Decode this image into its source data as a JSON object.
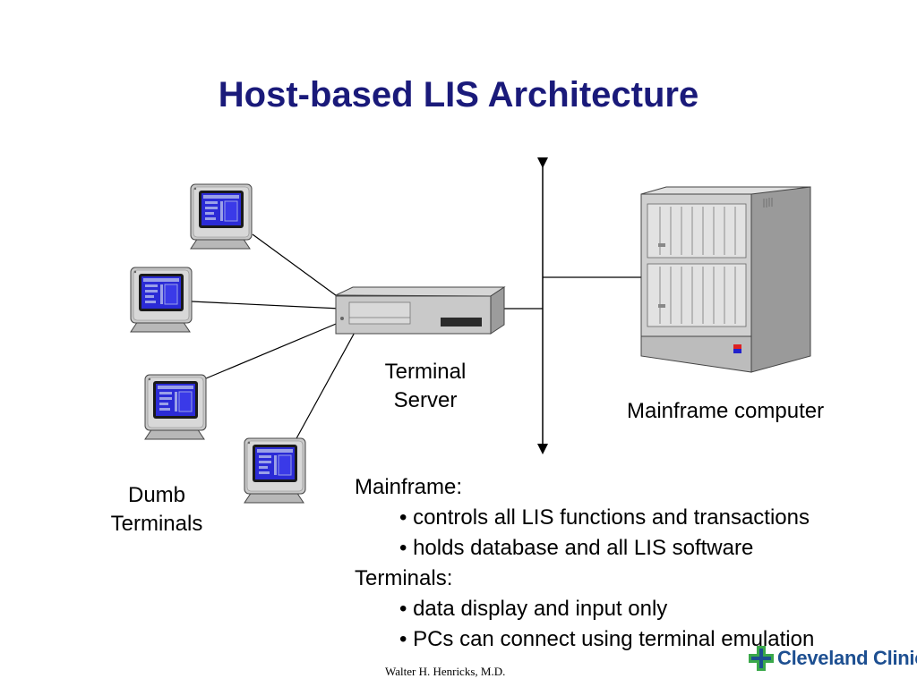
{
  "title": "Host-based LIS Architecture",
  "labels": {
    "terminal_server": [
      "Terminal",
      "Server"
    ],
    "mainframe": "Mainframe computer",
    "dumb_terminals": [
      "Dumb",
      "Terminals"
    ]
  },
  "notes": [
    {
      "text": "Mainframe:",
      "bullet": false
    },
    {
      "text": "• controls all LIS functions and transactions",
      "bullet": true
    },
    {
      "text": "• holds database and all LIS software",
      "bullet": true
    },
    {
      "text": "Terminals:",
      "bullet": false
    },
    {
      "text": "• data display and input only",
      "bullet": true
    },
    {
      "text": "• PCs can connect using terminal emulation",
      "bullet": true
    }
  ],
  "footer": "Walter H. Henricks, M.D.",
  "logo": {
    "name": "Cleveland Clinic",
    "colors": {
      "blue": "#1d4f91",
      "green": "#3aa84a"
    }
  },
  "colors": {
    "title": "#1a1a7a",
    "screen": "#2b2bd6"
  }
}
